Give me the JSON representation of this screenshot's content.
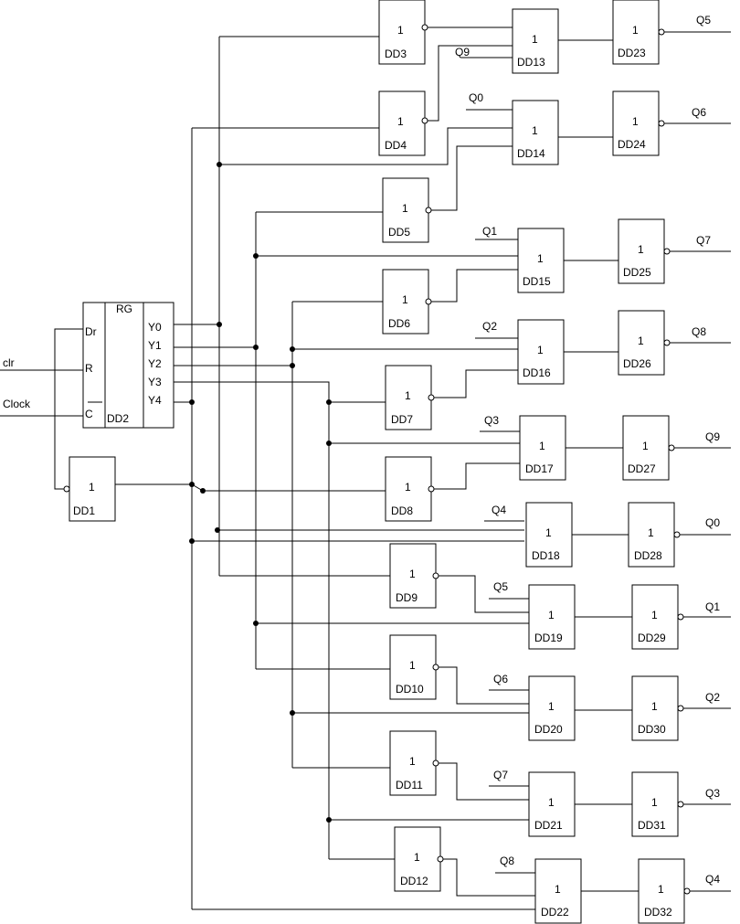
{
  "inputs": {
    "clr": "clr",
    "clock": "Clock"
  },
  "register": {
    "name": "DD2",
    "title": "RG",
    "inputs": [
      "Dr",
      "R",
      "C"
    ],
    "outputs": [
      "Y0",
      "Y1",
      "Y2",
      "Y3",
      "Y4"
    ]
  },
  "gate_symbol": "1",
  "gates": {
    "DD1": "DD1",
    "DD3": "DD3",
    "DD4": "DD4",
    "DD5": "DD5",
    "DD6": "DD6",
    "DD7": "DD7",
    "DD8": "DD8",
    "DD9": "DD9",
    "DD10": "DD10",
    "DD11": "DD11",
    "DD12": "DD12",
    "DD13": "DD13",
    "DD14": "DD14",
    "DD15": "DD15",
    "DD16": "DD16",
    "DD17": "DD17",
    "DD18": "DD18",
    "DD19": "DD19",
    "DD20": "DD20",
    "DD21": "DD21",
    "DD22": "DD22",
    "DD23": "DD23",
    "DD24": "DD24",
    "DD25": "DD25",
    "DD26": "DD26",
    "DD27": "DD27",
    "DD28": "DD28",
    "DD29": "DD29",
    "DD30": "DD30",
    "DD31": "DD31",
    "DD32": "DD32"
  },
  "feedback_inputs": {
    "DD13": "Q9",
    "DD14": "Q0",
    "DD15": "Q1",
    "DD16": "Q2",
    "DD17": "Q3",
    "DD18": "Q4",
    "DD19": "Q5",
    "DD20": "Q6",
    "DD21": "Q7",
    "DD22": "Q8"
  },
  "outputs": {
    "DD23": "Q5",
    "DD24": "Q6",
    "DD25": "Q7",
    "DD26": "Q8",
    "DD27": "Q9",
    "DD28": "Q0",
    "DD29": "Q1",
    "DD30": "Q2",
    "DD31": "Q3",
    "DD32": "Q4"
  }
}
